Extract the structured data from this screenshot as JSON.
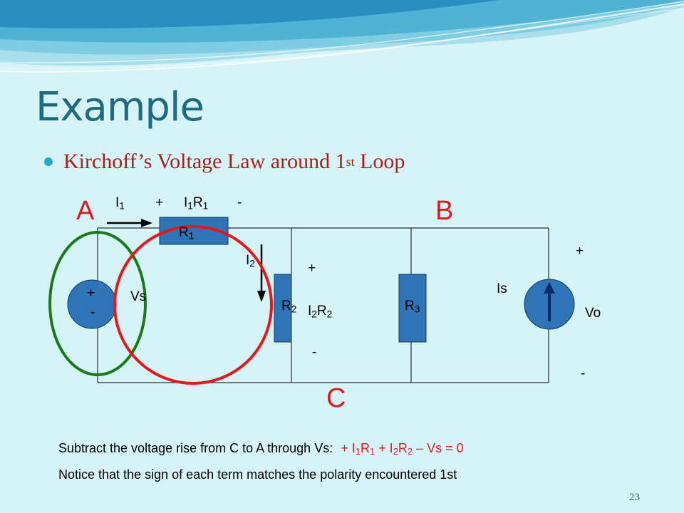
{
  "slide": {
    "title": "Example",
    "bullet": {
      "text": "Kirchoff’s Voltage Law around 1",
      "sup": "st",
      "tail": " Loop"
    },
    "page_number": "23"
  },
  "diagram": {
    "nodes": {
      "a": "A",
      "b": "B",
      "c": "C"
    },
    "i1": {
      "main": "I",
      "sub": "1"
    },
    "r1_plus": "+",
    "r1_drop": {
      "a": "I",
      "as": "1",
      "b": "R",
      "bs": "1"
    },
    "r1_minus": "-",
    "r1": {
      "main": "R",
      "sub": "1"
    },
    "i2": {
      "main": "I",
      "sub": "2"
    },
    "r2": {
      "main": "R",
      "sub": "2"
    },
    "r2_plus": "+",
    "r2_drop": {
      "a": "I",
      "as": "2",
      "b": "R",
      "bs": "2"
    },
    "r2_minus": "-",
    "r3": {
      "main": "R",
      "sub": "3"
    },
    "vs_plus": "+",
    "vs_minus": "-",
    "vs_label": "Vs",
    "is_label": "Is",
    "vo_plus": "+",
    "vo_label": "Vo",
    "vo_minus": "-"
  },
  "notes": {
    "line1_black": "Subtract the voltage rise from C to A through Vs:",
    "equation": {
      "p1": "+ I",
      "s1": "1",
      "p2": "R",
      "s2": "1",
      "p3": " + I",
      "s3": "2",
      "p4": "R",
      "s4": "2",
      "p5": " – Vs = 0"
    },
    "line2": "Notice that the sign of each term matches the polarity encountered 1st"
  },
  "colors": {
    "background": "#d6f3f7",
    "title": "#1e6a80",
    "bullet_text": "#a5201a",
    "component_fill": "#2e74b6",
    "loop_green": "#1a7a1a",
    "loop_red": "#e0191e"
  }
}
